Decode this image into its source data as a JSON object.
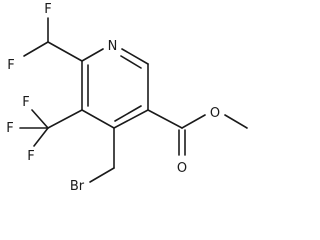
{
  "molecule": {
    "atoms": {
      "n_ring": "N",
      "f_chf2_top": "F",
      "f_chf2_left": "F",
      "f_cf3_top": "F",
      "f_cf3_left": "F",
      "f_cf3_bottom": "F",
      "o_carbonyl": "O",
      "o_ester": "O",
      "br": "Br"
    }
  }
}
